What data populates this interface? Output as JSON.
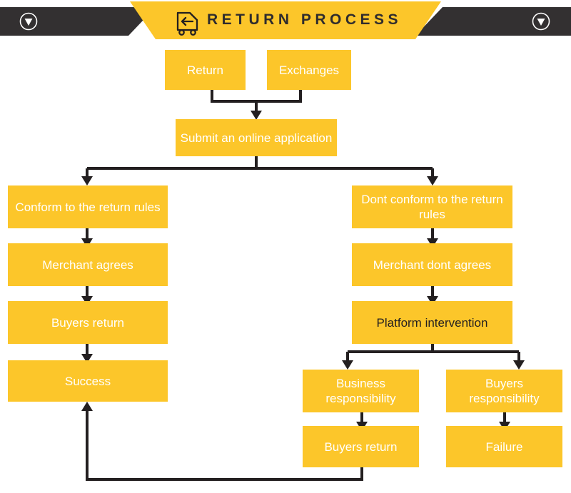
{
  "header": {
    "title": "RETURN PROCESS",
    "left_icon": "chevron-down-circle-icon",
    "right_icon": "chevron-down-circle-icon",
    "truck_icon": "return-truck-icon",
    "banner_color": "#fcc62a",
    "bar_color": "#333031",
    "title_color": "#2f2c2d"
  },
  "colors": {
    "node_fill": "#fcc62a",
    "node_text": "#ffffff",
    "node_text_dark": "#231f20",
    "connector": "#231f20",
    "background": "#ffffff"
  },
  "flow": {
    "nodes": [
      {
        "id": "return",
        "label": "Return",
        "text_style": "light"
      },
      {
        "id": "exchanges",
        "label": "Exchanges",
        "text_style": "light"
      },
      {
        "id": "submit",
        "label": "Submit an online application",
        "text_style": "light"
      },
      {
        "id": "conform",
        "label": "Conform to the return rules",
        "text_style": "light"
      },
      {
        "id": "merchant-agrees",
        "label": "Merchant agrees",
        "text_style": "light"
      },
      {
        "id": "buyers-return-left",
        "label": "Buyers return",
        "text_style": "light"
      },
      {
        "id": "success",
        "label": "Success",
        "text_style": "light"
      },
      {
        "id": "dont-conform",
        "label": "Dont conform to the return rules",
        "text_style": "light"
      },
      {
        "id": "merchant-dont",
        "label": "Merchant dont agrees",
        "text_style": "light"
      },
      {
        "id": "platform",
        "label": "Platform intervention",
        "text_style": "dark"
      },
      {
        "id": "business-resp",
        "label": "Business responsibility",
        "text_style": "light"
      },
      {
        "id": "buyers-resp",
        "label": "Buyers responsibility",
        "text_style": "light"
      },
      {
        "id": "buyers-return-bot",
        "label": "Buyers return",
        "text_style": "light"
      },
      {
        "id": "failure",
        "label": "Failure",
        "text_style": "light"
      }
    ],
    "edges": [
      {
        "from": "return",
        "to": "submit"
      },
      {
        "from": "exchanges",
        "to": "submit"
      },
      {
        "from": "submit",
        "to": "conform"
      },
      {
        "from": "submit",
        "to": "dont-conform"
      },
      {
        "from": "conform",
        "to": "merchant-agrees"
      },
      {
        "from": "merchant-agrees",
        "to": "buyers-return-left"
      },
      {
        "from": "buyers-return-left",
        "to": "success"
      },
      {
        "from": "dont-conform",
        "to": "merchant-dont"
      },
      {
        "from": "merchant-dont",
        "to": "platform"
      },
      {
        "from": "platform",
        "to": "business-resp"
      },
      {
        "from": "platform",
        "to": "buyers-resp"
      },
      {
        "from": "business-resp",
        "to": "buyers-return-bot"
      },
      {
        "from": "buyers-resp",
        "to": "failure"
      },
      {
        "from": "buyers-return-bot",
        "to": "success"
      }
    ]
  }
}
